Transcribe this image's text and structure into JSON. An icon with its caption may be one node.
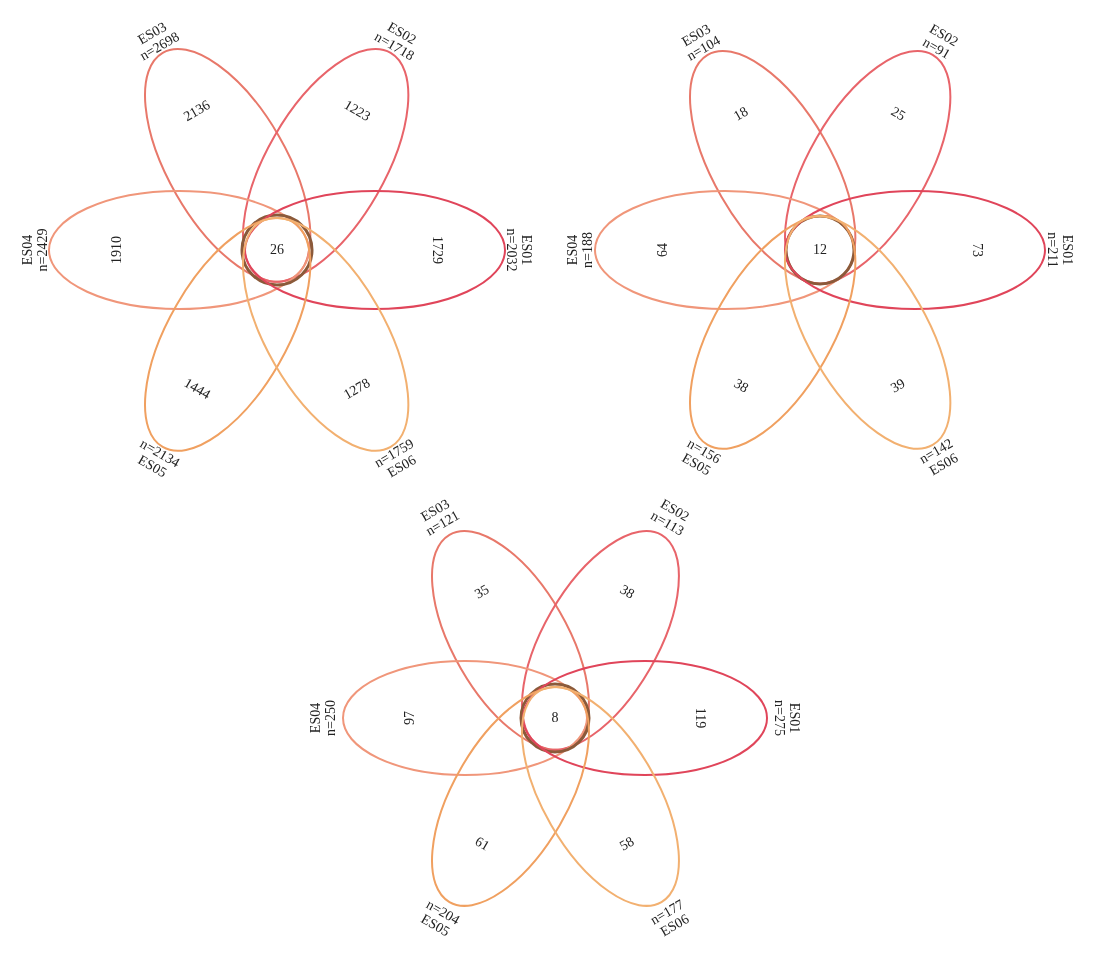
{
  "diagram": {
    "nodes": [
      {
        "text": [
          "2136"
        ],
        "beside": [
          "ES03",
          "n=2698"
        ]
      },
      {
        "text": [
          "1223"
        ],
        "beside": [
          "ES02",
          "n=1718"
        ]
      },
      {
        "text": [
          "1910"
        ],
        "beside": [
          "ES04",
          "n=2429"
        ]
      },
      {
        "text": [
          "26"
        ]
      },
      {
        "text": [
          "1729"
        ],
        "beside": [
          "ES01",
          "n=2032"
        ]
      },
      {
        "text": [
          "1444"
        ],
        "beside": [
          "n=2134",
          "ES05"
        ]
      },
      {
        "text": [
          "1278"
        ],
        "beside": [
          "n=1759",
          "ES06"
        ]
      },
      {
        "text": [
          "18"
        ],
        "beside": [
          "ES03",
          "n=104"
        ]
      },
      {
        "text": [
          "25"
        ],
        "beside": [
          "ES02",
          "n=91"
        ]
      },
      {
        "text": [
          "64"
        ],
        "beside": [
          "ES04",
          "n=188"
        ]
      },
      {
        "text": [
          "12"
        ]
      },
      {
        "text": [
          "73"
        ],
        "beside": [
          "ES01",
          "n=211"
        ]
      },
      {
        "text": [
          "38"
        ],
        "beside": [
          "n=156",
          "ES05"
        ]
      },
      {
        "text": [
          "39"
        ],
        "beside": [
          "n=142",
          "ES06"
        ]
      },
      {
        "text": [
          "35"
        ],
        "beside": [
          "ES03",
          "n=121"
        ]
      },
      {
        "text": [
          "38"
        ],
        "beside": [
          "ES02",
          "n=113"
        ]
      },
      {
        "text": [
          "97"
        ],
        "beside": [
          "ES04",
          "n=250"
        ]
      },
      {
        "text": [
          "8"
        ]
      },
      {
        "text": [
          "119"
        ],
        "beside": [
          "ES01",
          "n=275"
        ]
      },
      {
        "text": [
          "61"
        ],
        "beside": [
          "n=204",
          "ES05"
        ]
      },
      {
        "text": [
          "58"
        ],
        "beside": [
          "n=177",
          "ES06"
        ]
      }
    ]
  }
}
